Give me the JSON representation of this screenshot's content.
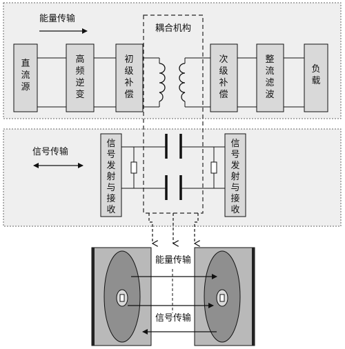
{
  "power_section": {
    "arrow_label": "能量传输",
    "blocks": [
      {
        "id": "dc",
        "label": "直流源"
      },
      {
        "id": "inverter",
        "label": "高频逆变"
      },
      {
        "id": "primary",
        "label": "初级补偿"
      },
      {
        "id": "secondary",
        "label": "次级补偿"
      },
      {
        "id": "rectifier",
        "label": "整流滤波"
      },
      {
        "id": "load",
        "label": "负载"
      }
    ]
  },
  "coupling": {
    "label": "耦合机构"
  },
  "signal_section": {
    "arrow_label": "信号传输",
    "left_block": "信号发射与接收",
    "right_block": "信号发射与接收"
  },
  "bottom": {
    "energy_label": "能量传输",
    "signal_label": "信号传输"
  },
  "colors": {
    "panel": "#efefef",
    "block": "#d9d9d9",
    "plate": "#b9b9b9",
    "disk": "#8f8f8f"
  }
}
